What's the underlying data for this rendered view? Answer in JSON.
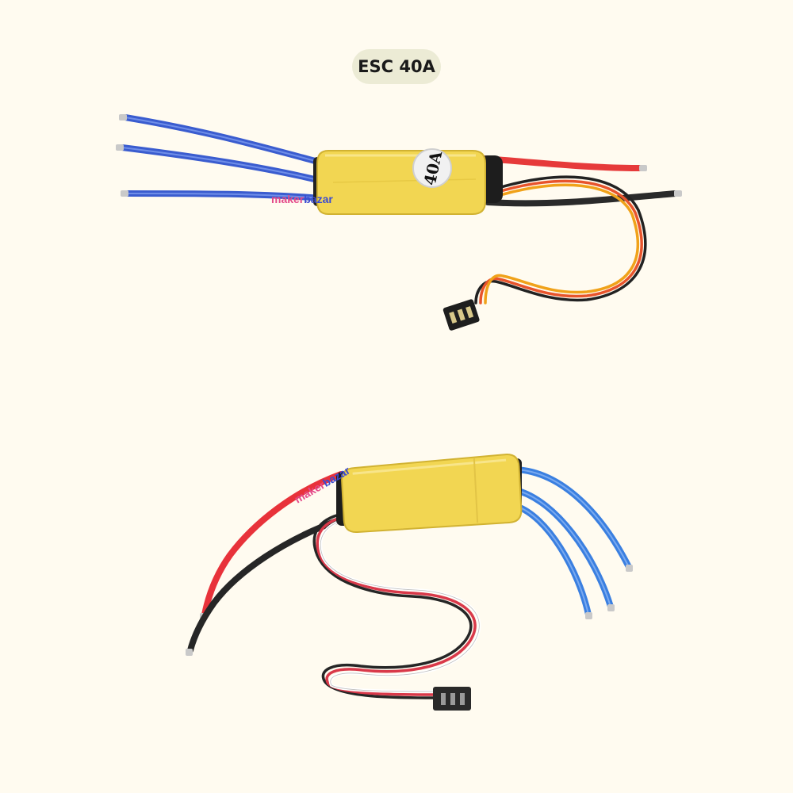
{
  "title": "ESC 40A",
  "esc_top": {
    "badge": "40A",
    "brand": {
      "part1": "maker",
      "part2": "bazar"
    }
  },
  "esc_bottom": {
    "brand": {
      "part1": "maker",
      "part2": "bazar"
    }
  },
  "colors": {
    "background": "#fffbf0",
    "pill": "#ecebd5",
    "esc_body": "#f0d24e",
    "motor_wire": "#3e62d6",
    "power_red": "#e8323a",
    "power_black": "#262626"
  }
}
